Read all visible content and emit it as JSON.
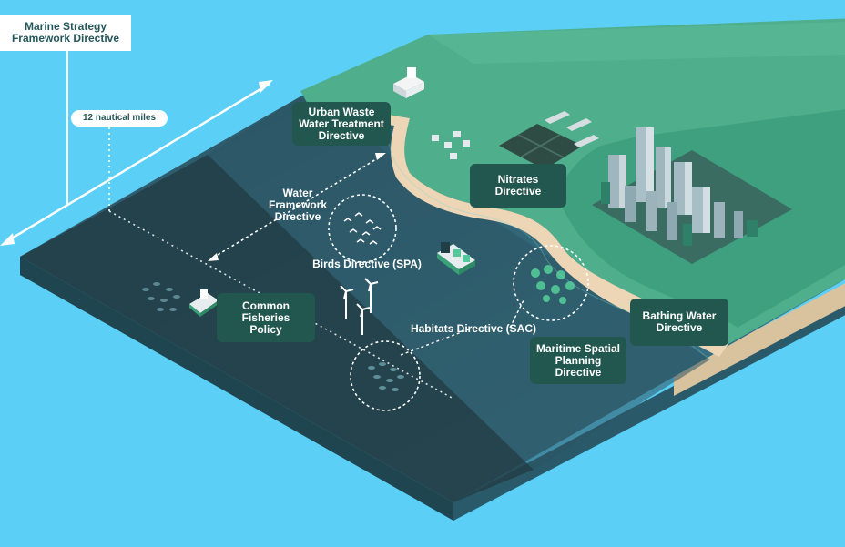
{
  "title": {
    "line1": "Marine Strategy",
    "line2": "Framework Directive"
  },
  "nautical_limit": "12 nautical miles",
  "directives": {
    "urban_waste": [
      "Urban Waste",
      "Water Treatment",
      "Directive"
    ],
    "nitrates": [
      "Nitrates",
      "Directive"
    ],
    "water_framework": [
      "Water",
      "Framework",
      "Directive"
    ],
    "birds": "Birds Directive (SPA)",
    "habitats": "Habitats Directive (SAC)",
    "fisheries": [
      "Common",
      "Fisheries",
      "Policy"
    ],
    "maritime": [
      "Maritime Spatial",
      "Planning",
      "Directive"
    ],
    "bathing": [
      "Bathing Water",
      "Directive"
    ]
  },
  "colors": {
    "sky": "#5bcff5",
    "sea_far": "#2e5f71",
    "sea_near": "#244a57",
    "land": "#4fae8c",
    "land_edge": "#2f7f63",
    "sand": "#ecd6b5",
    "label_box": "#21574e"
  }
}
